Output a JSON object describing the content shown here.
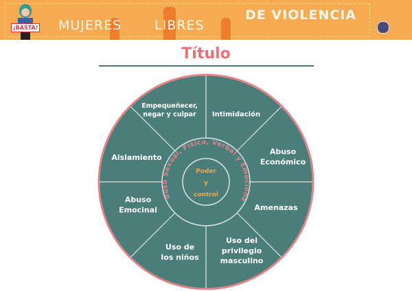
{
  "header": {
    "badge": "¡BASTA!",
    "word1": "MUJERES",
    "word2": "LIBRES",
    "word3": "DE VIOLENCIA"
  },
  "title": "Título",
  "wheel": {
    "center": [
      "Poder",
      "y",
      "control"
    ],
    "ring": "Abuso Sexual, Físico, Verbal y Emocional",
    "segments": [
      {
        "lines": [
          "Empequeñecer,",
          "negar y culpar"
        ]
      },
      {
        "lines": [
          "Intimidación"
        ]
      },
      {
        "lines": [
          "Abuso",
          "Económico"
        ]
      },
      {
        "lines": [
          "Amenazas"
        ]
      },
      {
        "lines": [
          "Uso del",
          "privilegio",
          "masculino"
        ]
      },
      {
        "lines": [
          "Uso de",
          "los niños"
        ]
      },
      {
        "lines": [
          "Abuso",
          "Emocinal"
        ]
      },
      {
        "lines": [
          "Aislamiento"
        ]
      }
    ],
    "colors": {
      "fill": "#4b7d7b",
      "border": "#e08487",
      "center_text": "#e6a850",
      "ring_text": "#e08487"
    }
  }
}
